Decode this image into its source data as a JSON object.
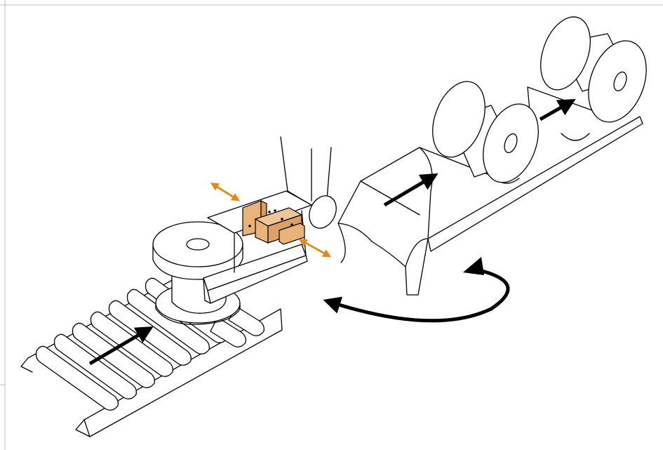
{
  "diagram": {
    "components": [
      {
        "id": "roller-conveyor",
        "label": ""
      },
      {
        "id": "robot-gripper",
        "label": ""
      },
      {
        "id": "spool",
        "label": ""
      },
      {
        "id": "spool-cradle-conveyor",
        "label": ""
      }
    ],
    "arrows": [
      {
        "id": "conveyor-flow-arrow",
        "color": "#000000"
      },
      {
        "id": "cradle-flow-arrow-1",
        "color": "#000000"
      },
      {
        "id": "cradle-flow-arrow-2",
        "color": "#000000"
      },
      {
        "id": "rotation-arrow",
        "color": "#000000"
      },
      {
        "id": "gripper-motion-arrow-1",
        "color": "#e08a1e"
      },
      {
        "id": "gripper-motion-arrow-2",
        "color": "#e08a1e"
      }
    ],
    "colors": {
      "outline": "#000000",
      "gripper_jaw": "#e8b27a",
      "motion_arrow": "#e08a1e",
      "background": "#ffffff"
    }
  }
}
